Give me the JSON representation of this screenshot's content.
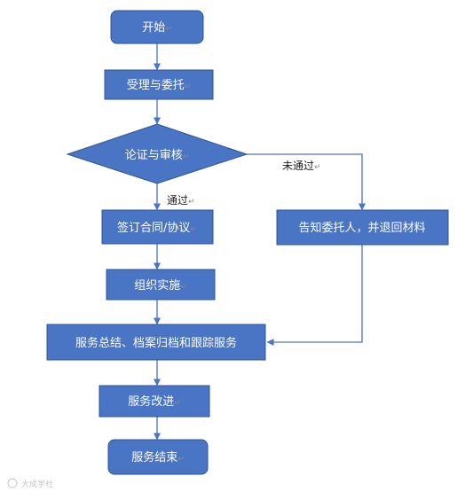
{
  "colors": {
    "node_fill": "#4a74c4",
    "node_stroke": "#2f5597",
    "edge": "#4a74c4",
    "text_on_node": "#ffffff",
    "edge_label": "#222222"
  },
  "return_mark": "↵",
  "nodes": {
    "start": "开始",
    "accept": "受理与委托",
    "review": "论证与审核",
    "sign": "签订合同/协议",
    "implement": "组织实施",
    "summary": "服务总结、档案归档和跟踪服务",
    "improve": "服务改进",
    "end": "服务结束",
    "notify": "告知委托人，并退回材料"
  },
  "edges": {
    "pass": "通过",
    "fail": "未通过"
  },
  "watermark": "大成学社"
}
